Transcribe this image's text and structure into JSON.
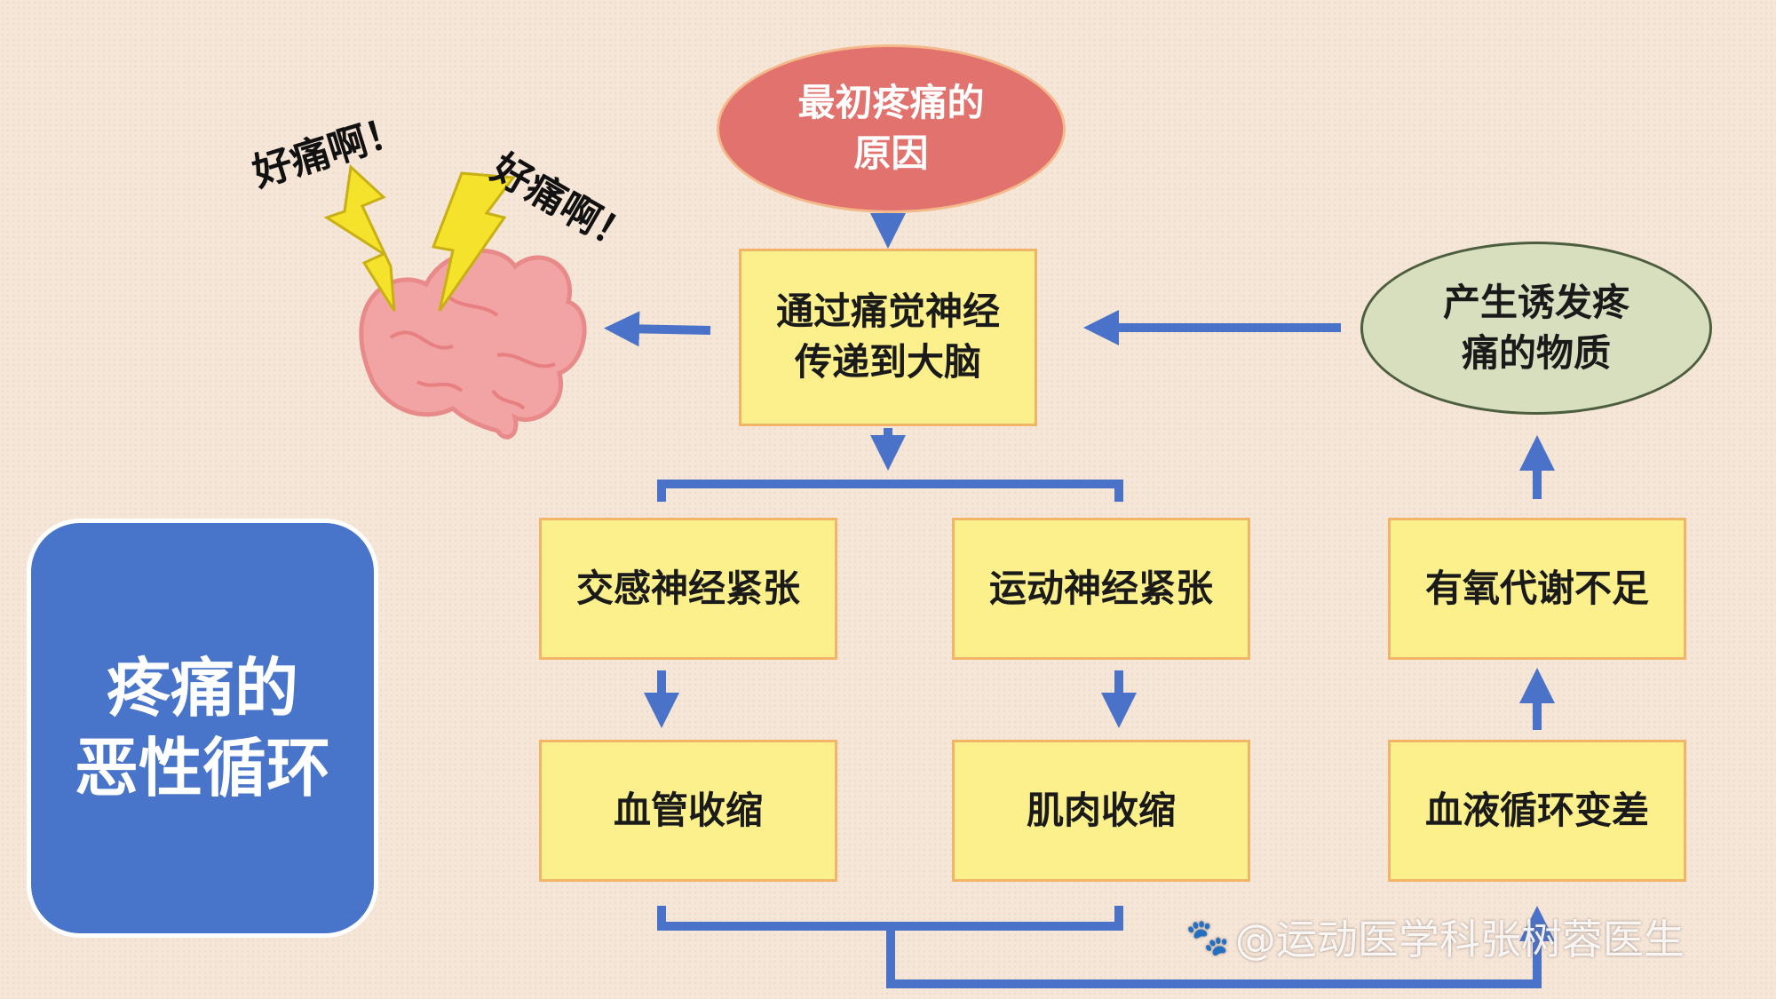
{
  "title": {
    "line1": "疼痛的",
    "line2": "恶性循环"
  },
  "nodes": {
    "cause": {
      "line1": "最初疼痛的",
      "line2": "原因"
    },
    "transmit": {
      "line1": "通过痛觉神经",
      "line2": "传递到大脑"
    },
    "sympathetic": "交感神经紧张",
    "motor": "运动神经紧张",
    "vasoconstriction": "血管收缩",
    "muscle": "肌肉收缩",
    "circulation": "血液循环变差",
    "aerobic": "有氧代谢不足",
    "substance": {
      "line1": "产生诱发疼",
      "line2": "痛的物质"
    }
  },
  "brain": {
    "shout_left": "好痛啊！",
    "shout_right": "好痛啊！"
  },
  "watermark": "@运动医学科张树蓉医生",
  "colors": {
    "arrow": "#4a72c8",
    "box_fill": "#fbf08c",
    "box_border": "#f2b466",
    "cause_fill": "#e2726e",
    "substance_fill": "#d8dfbf",
    "title_card": "#4874c9",
    "brain": "#f2a3a3",
    "lightning": "#f5e22a"
  }
}
